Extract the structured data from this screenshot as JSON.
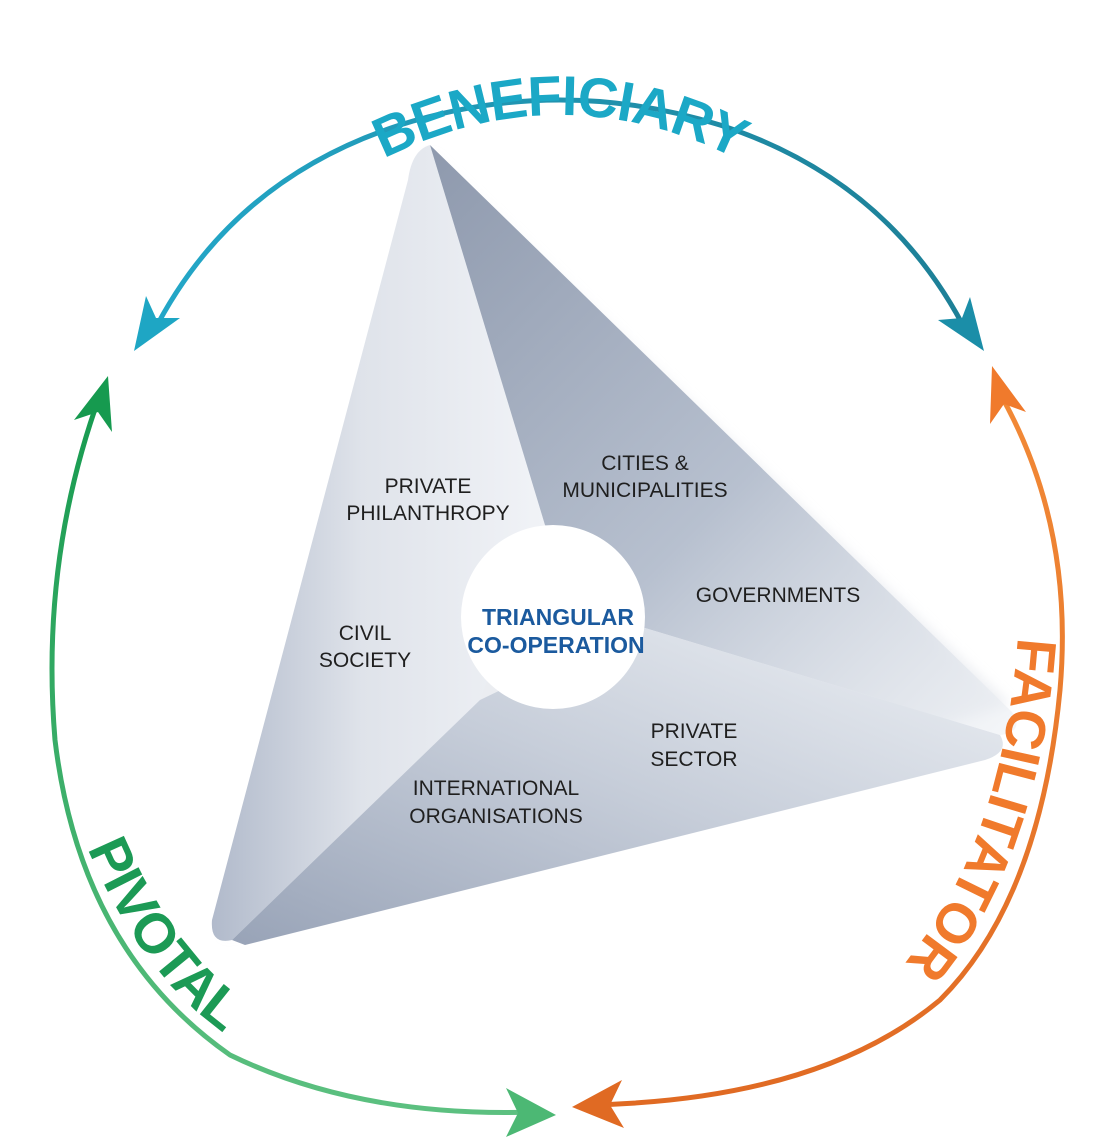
{
  "roles": {
    "beneficiary": "BENEFICIARY",
    "facilitator": "FACILITATOR",
    "pivotal": "PIVOTAL"
  },
  "center": {
    "line1": "TRIANGULAR",
    "line2": "CO-OPERATION"
  },
  "actors": {
    "private_philanthropy": [
      "PRIVATE",
      "PHILANTHROPY"
    ],
    "cities_municipalities": [
      "CITIES &",
      "MUNICIPALITIES"
    ],
    "governments": [
      "GOVERNMENTS"
    ],
    "civil_society": [
      "CIVIL",
      "SOCIETY"
    ],
    "private_sector": [
      "PRIVATE",
      "SECTOR"
    ],
    "international_organisations": [
      "INTERNATIONAL",
      "ORGANISATIONS"
    ]
  },
  "colors": {
    "beneficiary": "#1aa6c2",
    "facilitator": "#f07a2c",
    "pivotal": "#1c9a55",
    "center_text": "#1b5a9e",
    "facet_light": "#e3e7ee",
    "facet_dark": "#a3adbf"
  },
  "icons": {
    "arrowheads": "arrow-head-icon"
  }
}
